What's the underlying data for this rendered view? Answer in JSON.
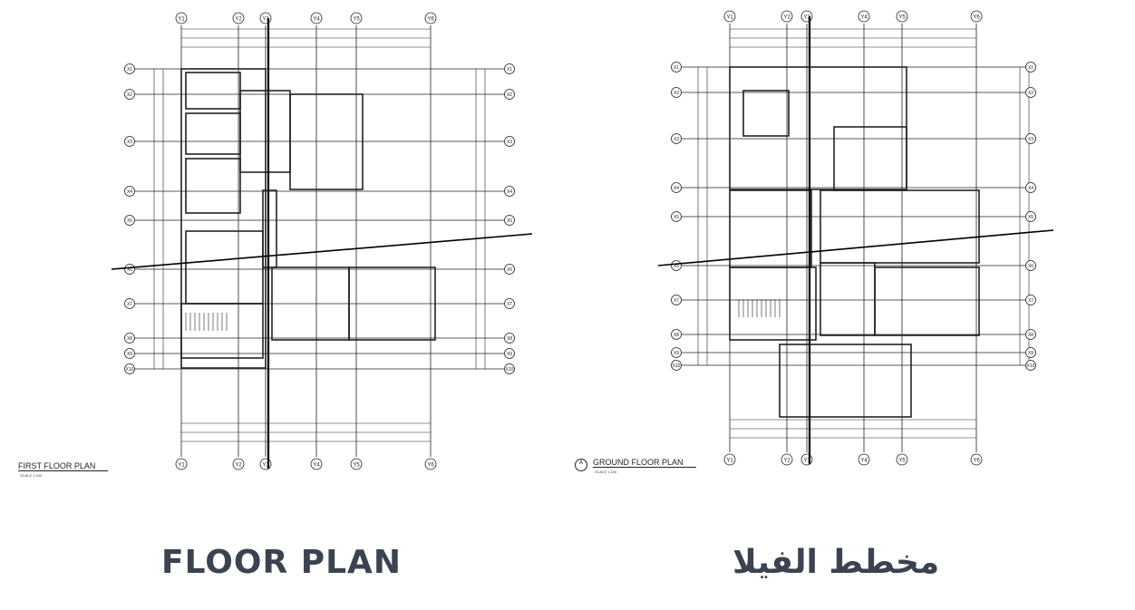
{
  "grid": {
    "columns": [
      "Y1",
      "Y2",
      "Y3",
      "Y4",
      "Y5",
      "Y6"
    ],
    "rows": [
      "X1",
      "X2",
      "X3",
      "X4",
      "X5",
      "X6",
      "X7",
      "X8",
      "X9",
      "X10"
    ]
  },
  "plans": [
    {
      "title": "FIRST FLOOR PLAN",
      "scale": "SCALE 1:100"
    },
    {
      "title": "GROUND FLOOR PLAN",
      "scale": "SCALE 1:100",
      "marker": "A"
    }
  ],
  "captions": {
    "english": "FLOOR PLAN",
    "arabic": "مخطط الفيلا"
  },
  "colors": {
    "caption": "#3c4350",
    "lines": "#222222"
  }
}
